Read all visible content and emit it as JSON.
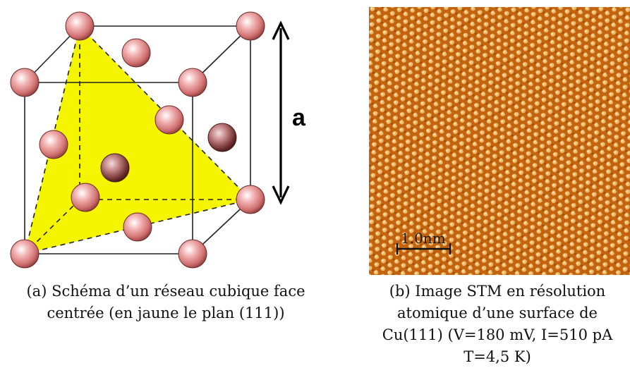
{
  "figure_a": {
    "axis_label": "a",
    "caption_lines": [
      "(a) Schéma d’un réseau cubique face",
      "centrée (en jaune le plan (111))"
    ]
  },
  "figure_b": {
    "scale_bar_label": "1.0nm",
    "caption_lines": [
      "(b) Image STM en résolution",
      "atomique d’une surface de",
      "Cu(111) (V=180 mV, I=510 pA",
      "T=4,5 K)"
    ]
  },
  "colors": {
    "plane": "#f5f500",
    "atom": "#e59090",
    "stm_bright": "#f4c27a",
    "stm_dark": "#b8560a"
  }
}
